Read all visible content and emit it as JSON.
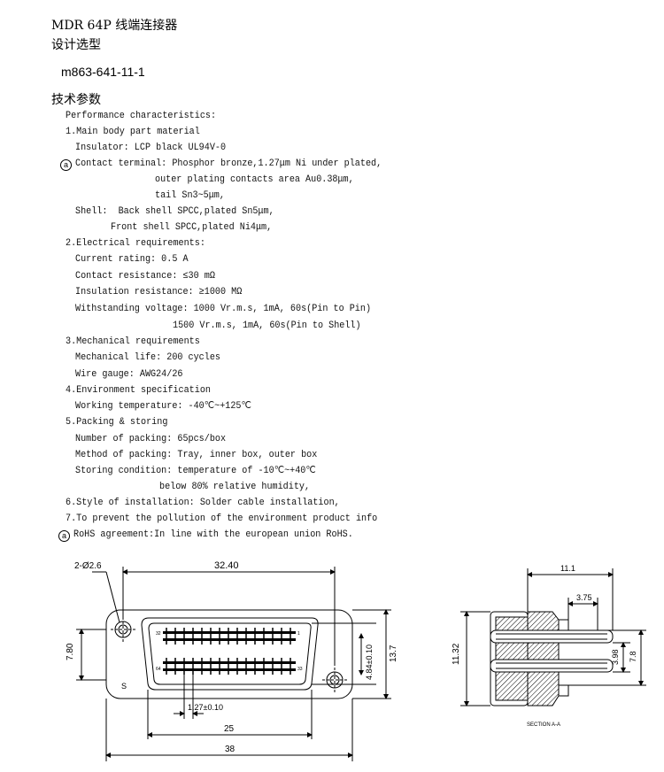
{
  "header": {
    "title": "MDR 64P  线端连接器",
    "subtitle1": "设计选型",
    "part_number": "m863-641-11-1",
    "subtitle2": "技术参数"
  },
  "spec_lines": [
    "Performance characteristics:",
    "1.Main body part material",
    "Insulator: LCP black UL94V-0",
    "Contact terminal: Phosphor bronze,1.27μm Ni under plated,",
    "outer plating contacts area Au0.38μm,",
    "tail Sn3~5μm,",
    "Shell:  Back shell SPCC,plated Sn5μm,",
    "Front shell SPCC,plated Ni4μm,",
    "2.Electrical requirements:",
    "Current rating: 0.5 A",
    "Contact resistance: ≤30 mΩ",
    "Insulation resistance: ≥1000 MΩ",
    "Withstanding voltage: 1000 Vr.m.s, 1mA, 60s(Pin to Pin)",
    "1500 Vr.m.s, 1mA, 60s(Pin to Shell)",
    "3.Mechanical requirements",
    "Mechanical life: 200 cycles",
    "Wire gauge: AWG24/26",
    "4.Environment specification",
    "Working temperature: -40℃~+125℃",
    "5.Packing & storing",
    "Number of packing: 65pcs/box",
    "Method of packing: Tray, inner box, outer box",
    "Storing condition: temperature of -10℃~+40℃",
    "below 80% relative humidity,",
    "6.Style of installation: Solder cable installation,",
    "7.To prevent the pollution of the environment product info",
    "RoHS agreement:In line with the european union RoHS."
  ],
  "marks": {
    "a": "a"
  },
  "drawing": {
    "hole_label": "2-Ø2.6",
    "dim_top": "32.40",
    "dim_left": "7.80",
    "dim_inner_h": "4.84±0.10",
    "dim_right": "13.7",
    "dim_pitch": "1.27±0.10",
    "dim_25": "25",
    "dim_38": "38",
    "corner_s": "S",
    "pin_labels": [
      "32",
      "1",
      "64",
      "33"
    ],
    "side": {
      "dim_top": "11.1",
      "dim_375": "3.75",
      "dim_left": "11.32",
      "dim_398": "3.98",
      "dim_78": "7.8",
      "caption": "SECTION A-A"
    }
  }
}
